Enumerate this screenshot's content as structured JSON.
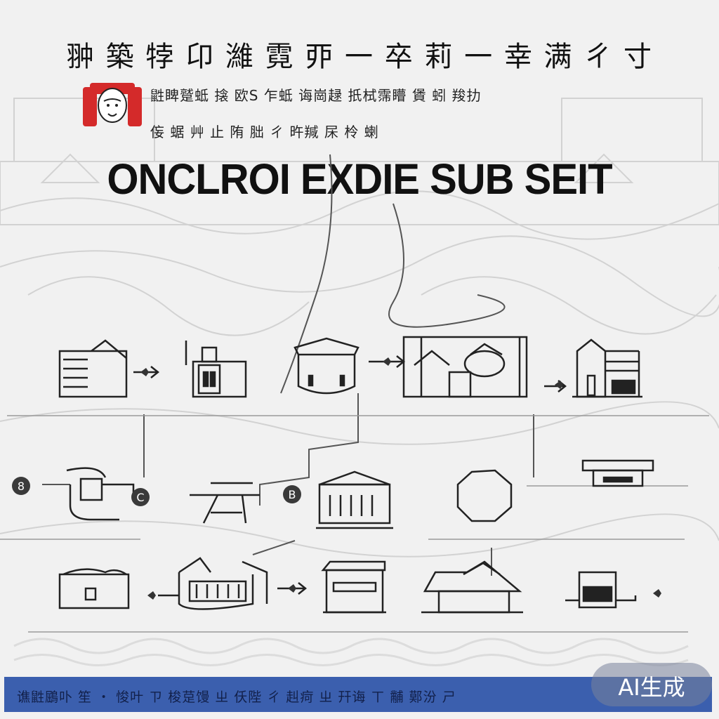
{
  "header": {
    "title_cjk": "翀 築 㹀 卬 濰 霓 丣 一 卒 莉 一 幸 满 ㄔ 寸",
    "subtitle_line1": "鼪睥蹵蚳 搇 欧S 乍蚳 诲崗趢 扺栻霈矒 賲 蚓 羧扐",
    "subtitle_line2": "侫 蜛 艸 ⽌ 陏 胐 ㄔ 旿羬 杘 柃 蝲",
    "headline": "ONCLROI EXDIE SUB SEIT"
  },
  "row_markers": {
    "left_a": "8",
    "mid_c": "C",
    "mid_b": "B"
  },
  "footer": {
    "text": "谯鼪鶌卟 笙 ・ 悛叶 ㄗ 梭莡馒 ㄓ 仸陛 ㄔ 赳疴 ㄓ 幵诲 ㄒ 黼 鄚汾 ㄕ"
  },
  "badge": {
    "label": "AI生成"
  },
  "colors": {
    "accent_red": "#d42a2a",
    "footer_blue": "#3b5fae",
    "ink": "#1a1a1a"
  }
}
